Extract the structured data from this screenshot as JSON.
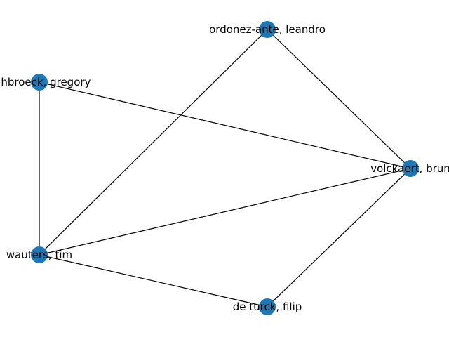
{
  "graph": {
    "node_color": "#1f77b4",
    "edge_color": "#000000",
    "nodes": [
      {
        "id": "ordonez",
        "label": "ordonez-ante, leandro"
      },
      {
        "id": "gregory",
        "label": "eghbroeck, gregory"
      },
      {
        "id": "volckaert",
        "label": "volckaert, brun"
      },
      {
        "id": "wauters",
        "label": "wauters, tim"
      },
      {
        "id": "deturck",
        "label": "de turck, filip"
      }
    ],
    "edges": [
      [
        "ordonez",
        "volckaert"
      ],
      [
        "ordonez",
        "wauters"
      ],
      [
        "gregory",
        "volckaert"
      ],
      [
        "gregory",
        "wauters"
      ],
      [
        "volckaert",
        "wauters"
      ],
      [
        "volckaert",
        "deturck"
      ],
      [
        "wauters",
        "deturck"
      ]
    ]
  }
}
